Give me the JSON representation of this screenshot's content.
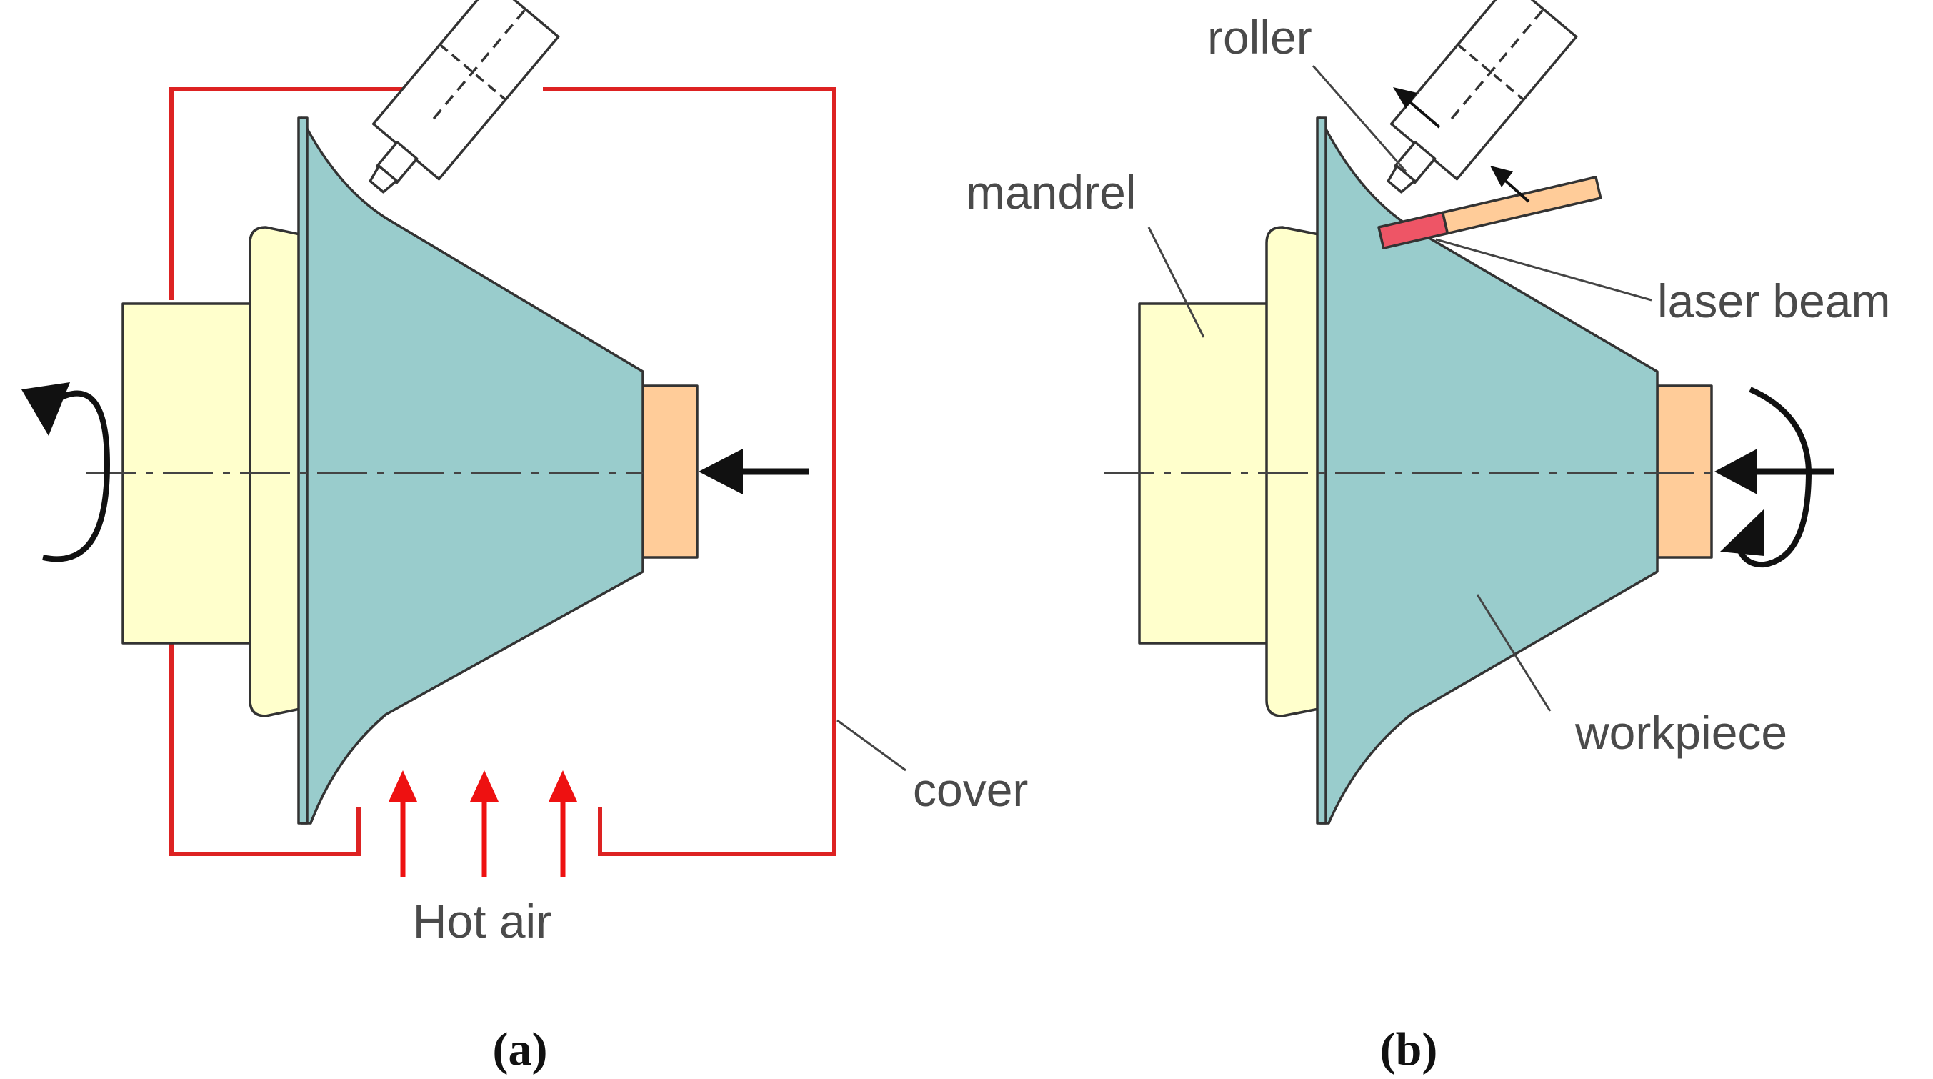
{
  "colors": {
    "mandrel": "#ffffcc",
    "workpiece": "#99cccc",
    "tailstock": "#ffcc99",
    "cover": "#dd2222",
    "laser_hot": "#ee5566",
    "laser_beam": "#ffcc99",
    "hot_air_arrows": "#ee1111"
  },
  "icons": {
    "rotation": "curved-rotation-arrow",
    "force": "black-arrow",
    "hot_air": "red-up-arrow"
  },
  "panel_a": {
    "caption": "(a)",
    "labels": {
      "cover": "cover",
      "hot_air": "Hot air"
    }
  },
  "panel_b": {
    "caption": "(b)",
    "labels": {
      "roller": "roller",
      "mandrel": "mandrel",
      "laser_beam": "laser beam",
      "workpiece": "workpiece"
    }
  }
}
